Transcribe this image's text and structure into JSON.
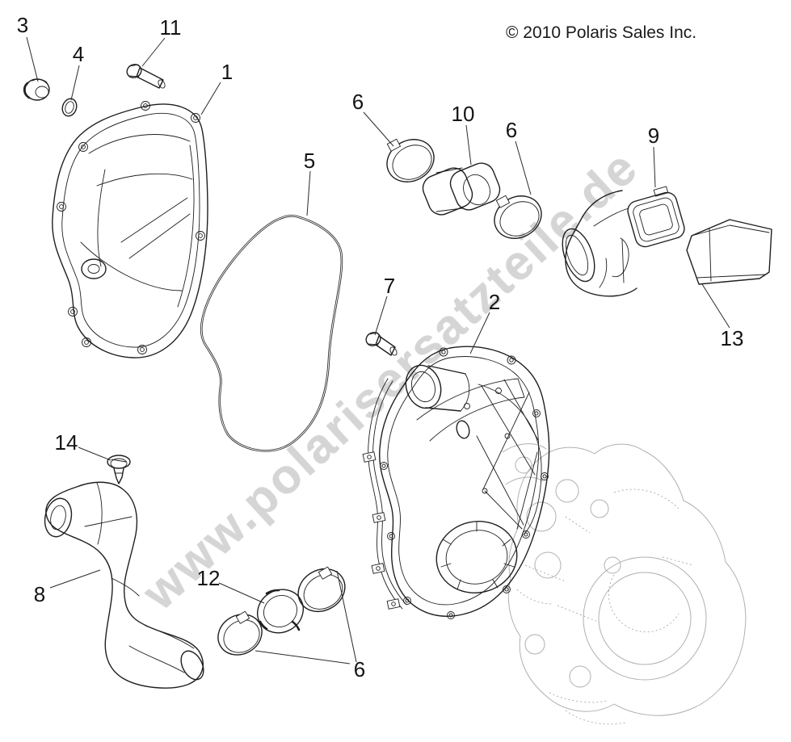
{
  "window": {
    "background": "#ffffff"
  },
  "copyright": "© 2010 Polaris Sales Inc.",
  "watermark": {
    "text": "www.polarisersatzteile.de",
    "color": "#d5d5d5"
  },
  "colors": {
    "line_art": "#1f1f1f",
    "reference_art": "#b0b0b0",
    "label_text": "#141414",
    "background": "#ffffff"
  },
  "diagram": {
    "callouts": [
      {
        "number": "3"
      },
      {
        "number": "4"
      },
      {
        "number": "11"
      },
      {
        "number": "1"
      },
      {
        "number": "5"
      },
      {
        "number": "6"
      },
      {
        "number": "10"
      },
      {
        "number": "6"
      },
      {
        "number": "9"
      },
      {
        "number": "7"
      },
      {
        "number": "2"
      },
      {
        "number": "13"
      },
      {
        "number": "14"
      },
      {
        "number": "8"
      },
      {
        "number": "12"
      },
      {
        "number": "6"
      }
    ]
  }
}
